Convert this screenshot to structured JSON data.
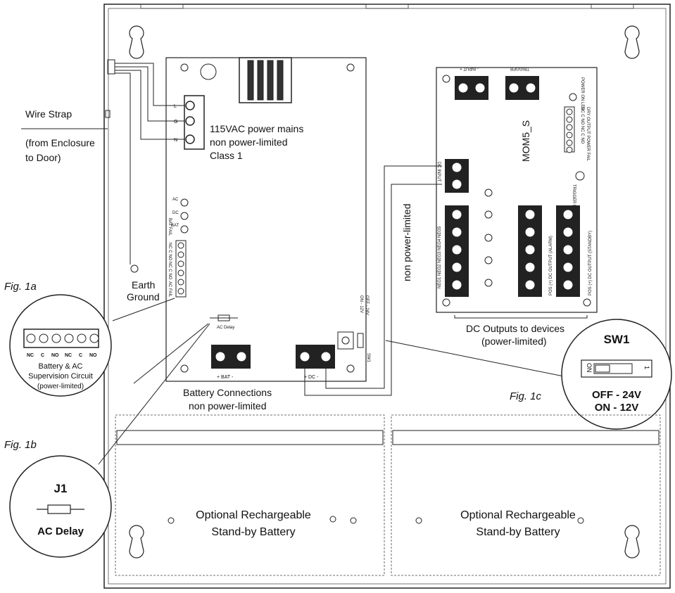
{
  "labels": {
    "wire_strap": "Wire Strap",
    "from_enclosure_1": "(from Enclosure",
    "from_enclosure_2": "to Door)",
    "earth_1": "Earth",
    "earth_2": "Ground",
    "fig_1a": "Fig. 1a",
    "fig_1b": "Fig. 1b",
    "fig_1c": "Fig. 1c",
    "mains_1": "115VAC power mains",
    "mains_2": "non power-limited",
    "mains_3": "Class 1",
    "term_l": "L",
    "term_g": "G",
    "term_n": "N",
    "led_ac": "AC",
    "led_dc": "DC",
    "led_bat": "BAT",
    "bat_fail": "BAT FAIL",
    "ac_fail": "AC FAIL",
    "relay_pins": "NC C NO NC C NO",
    "ac_delay_small": "AC Delay",
    "off_24v_small": "OFF - 24V",
    "on_12v_small": "ON - 12V",
    "sw1_small": "SW1",
    "bat_terminal": "+ BAT -",
    "dc_terminal": "+ DC -",
    "bat_conn_1": "Battery Connections",
    "bat_conn_2": "non power-limited",
    "non_power_limited": "non power-limited",
    "mom5": "MOM5_S",
    "input": "- INPUT +",
    "trigger": "TRIGGER",
    "power_on_led": "POWER ON LED",
    "trigger_led": "TRIGGER LED",
    "dc_input": "DC INPUT",
    "dry_output": "NC C NO NC C NO",
    "dry_output_label": "DRY OUTPUT  POWER FAIL",
    "neg_labels": "NEG1 NEG2 NEG3 NEG4 NEG5",
    "pos_alarm": "POS (+) DC OUTPUT (ALARM)",
    "pos_standby": "POS (+) DC OUTPUT (STANDBY)",
    "dc_outputs_1": "DC Outputs to devices",
    "dc_outputs_2": "(power-limited)",
    "fig1a_pins": [
      "NC",
      "C",
      "NO",
      "NC",
      "C",
      "NO"
    ],
    "fig1a_text_1": "Battery & AC",
    "fig1a_text_2": "Supervision Circuit",
    "fig1a_text_3": "(power-limited)",
    "j1": "J1",
    "j1_text": "AC Delay",
    "sw1": "SW1",
    "sw1_on": "ON",
    "sw1_one": "1",
    "sw1_off": "OFF - 24V",
    "sw1_on12": "ON - 12V",
    "battery_1a": "Optional Rechargeable",
    "battery_1b": "Stand-by Battery",
    "battery_2a": "Optional Rechargeable",
    "battery_2b": "Stand-by Battery"
  }
}
